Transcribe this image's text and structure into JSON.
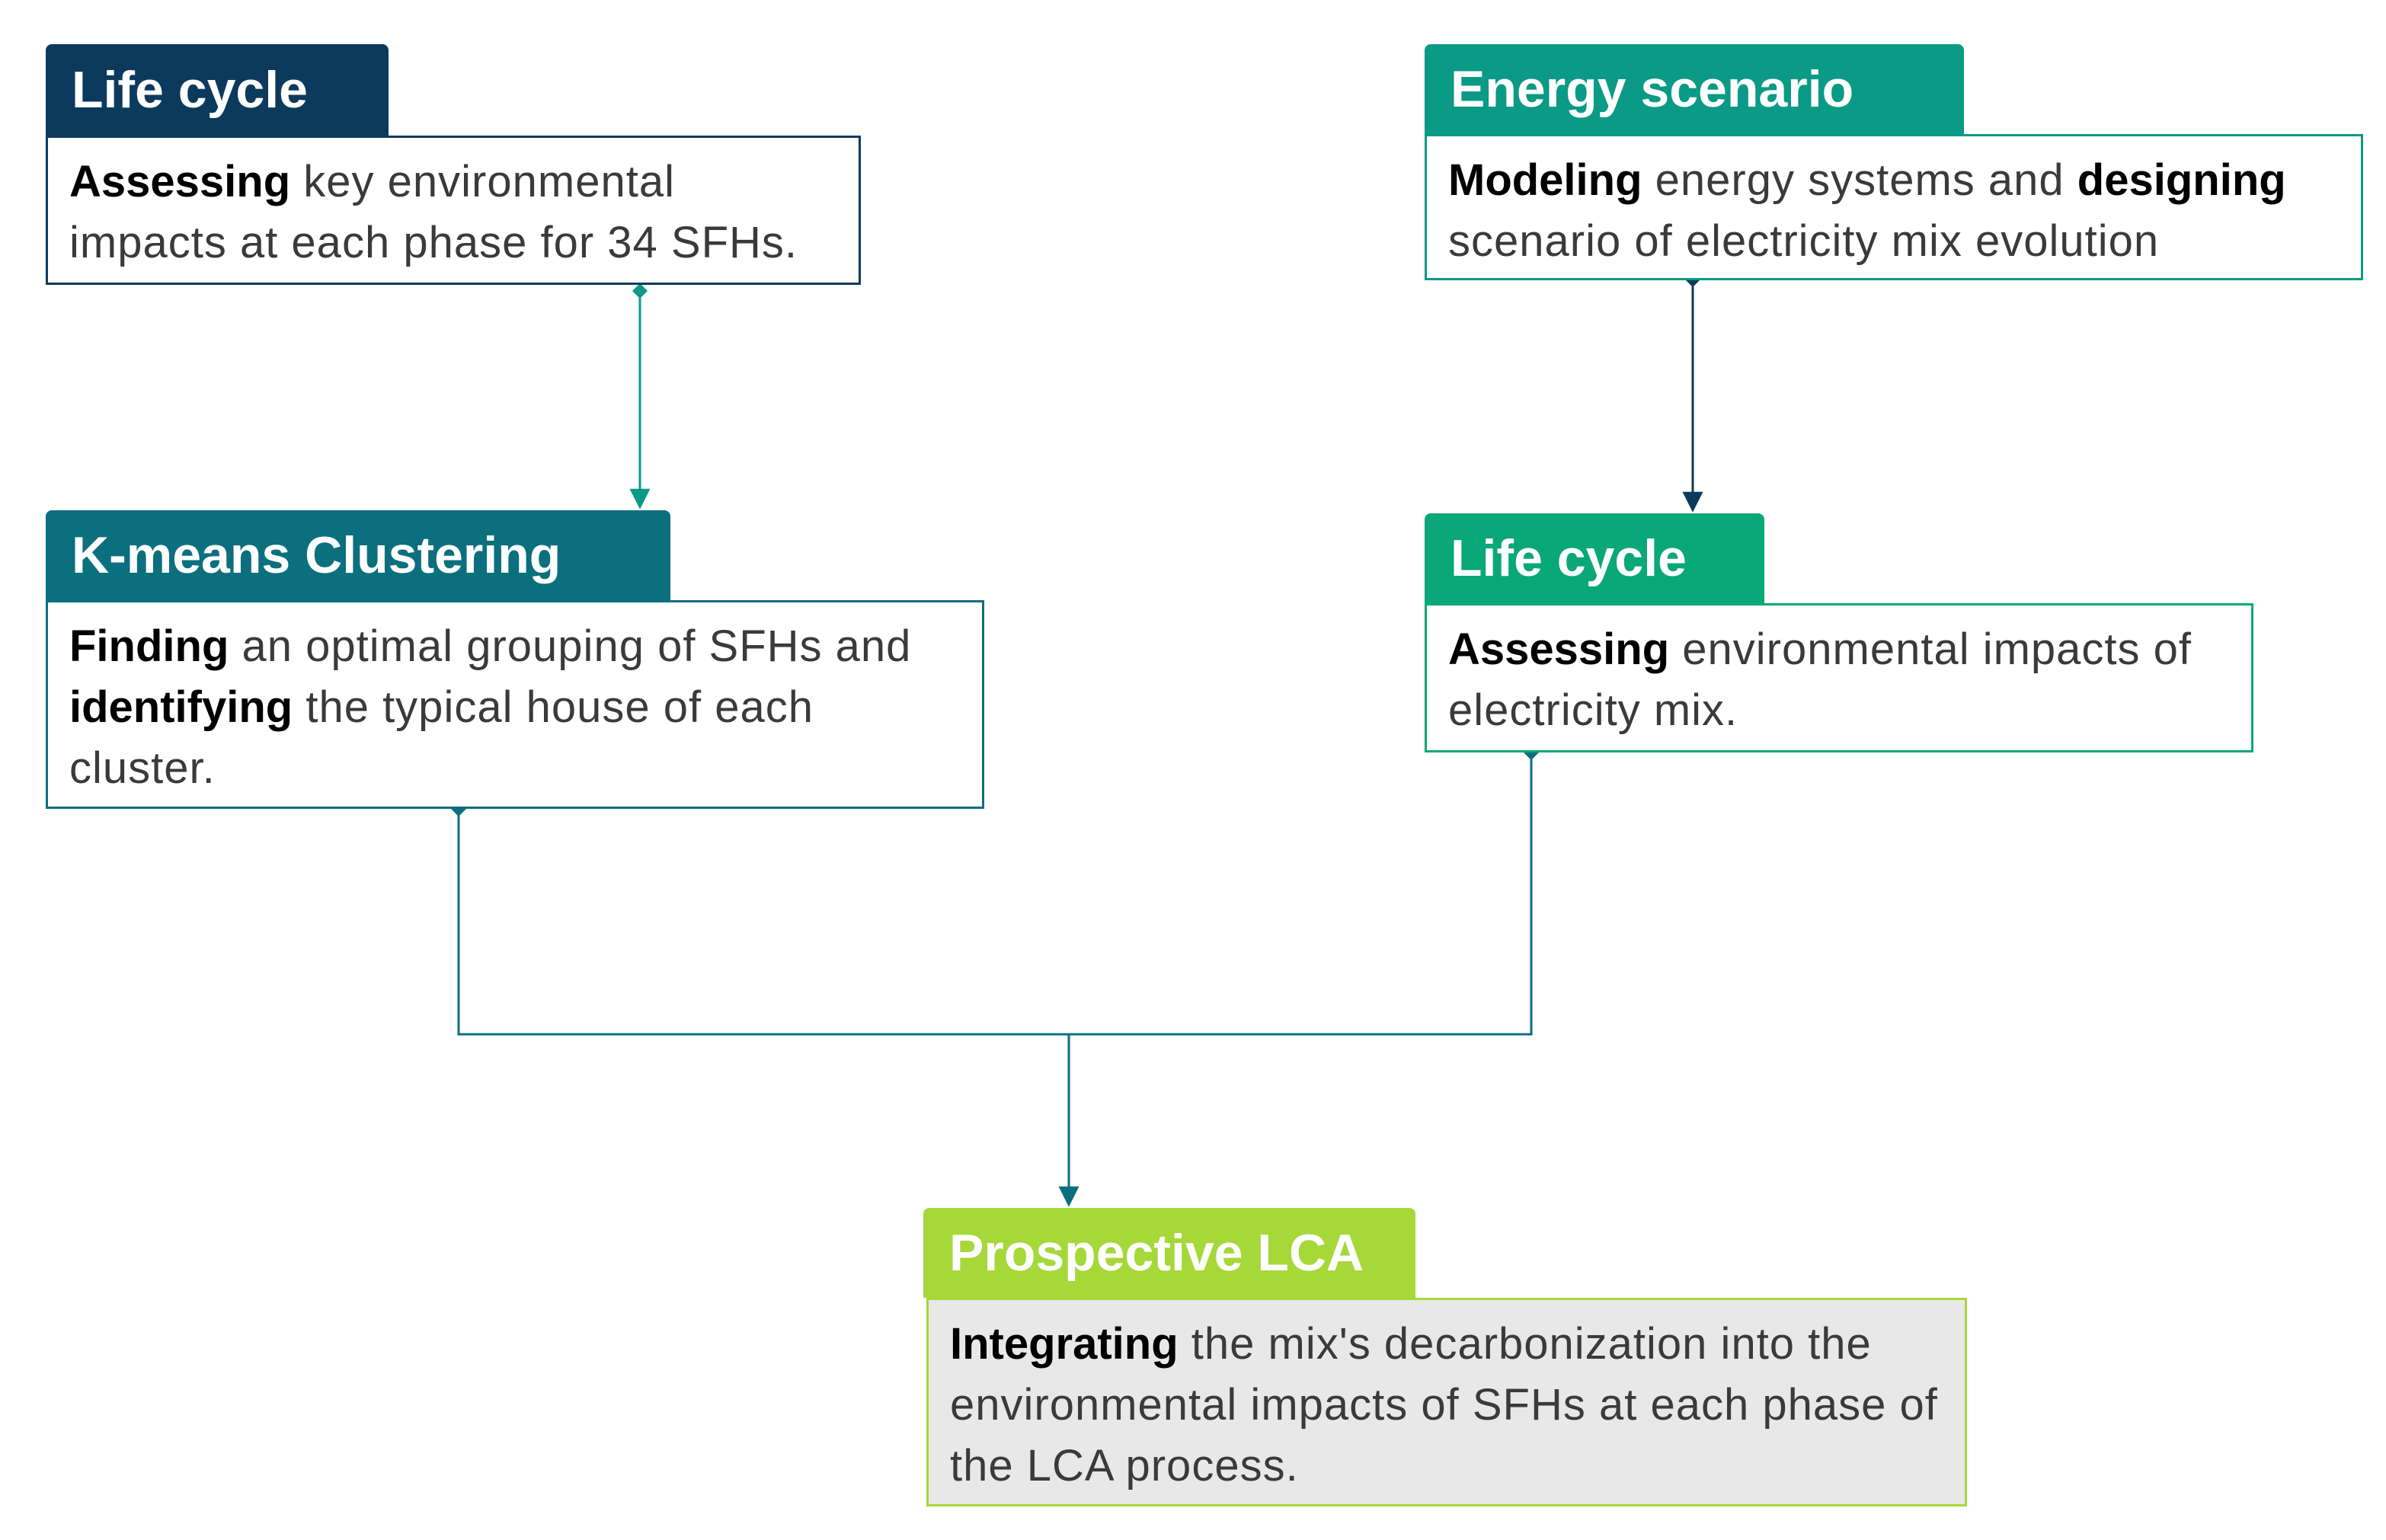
{
  "colors": {
    "navy": "#0c3a5c",
    "teal_dark": "#0b6f7e",
    "teal": "#0a9a86",
    "green": "#0aa878",
    "lime": "#a6d83a",
    "panel_gray": "#e8e8e8"
  },
  "nodes": {
    "life_cycle_sfh": {
      "title": "Life cycle",
      "bold": "Assessing",
      "text": "key environmental impacts at each phase for 34 SFHs."
    },
    "energy_scenario": {
      "title": "Energy scenario",
      "bold1": "Modeling",
      "text1": "energy systems and",
      "bold2": "designing",
      "text2": "scenario of electricity mix evolution"
    },
    "kmeans": {
      "title": "K-means Clustering",
      "bold1": "Finding",
      "text1": "an optimal grouping of SFHs and",
      "bold2": "identifying",
      "text2": "the typical house of each cluster."
    },
    "life_cycle_mix": {
      "title": "Life cycle",
      "bold": "Assessing",
      "text": "environmental impacts of electricity mix."
    },
    "prospective_lca": {
      "title": "Prospective LCA",
      "bold": "Integrating",
      "text": "the mix's decarbonization into the environmental impacts of SFHs at each phase of the LCA process."
    }
  }
}
